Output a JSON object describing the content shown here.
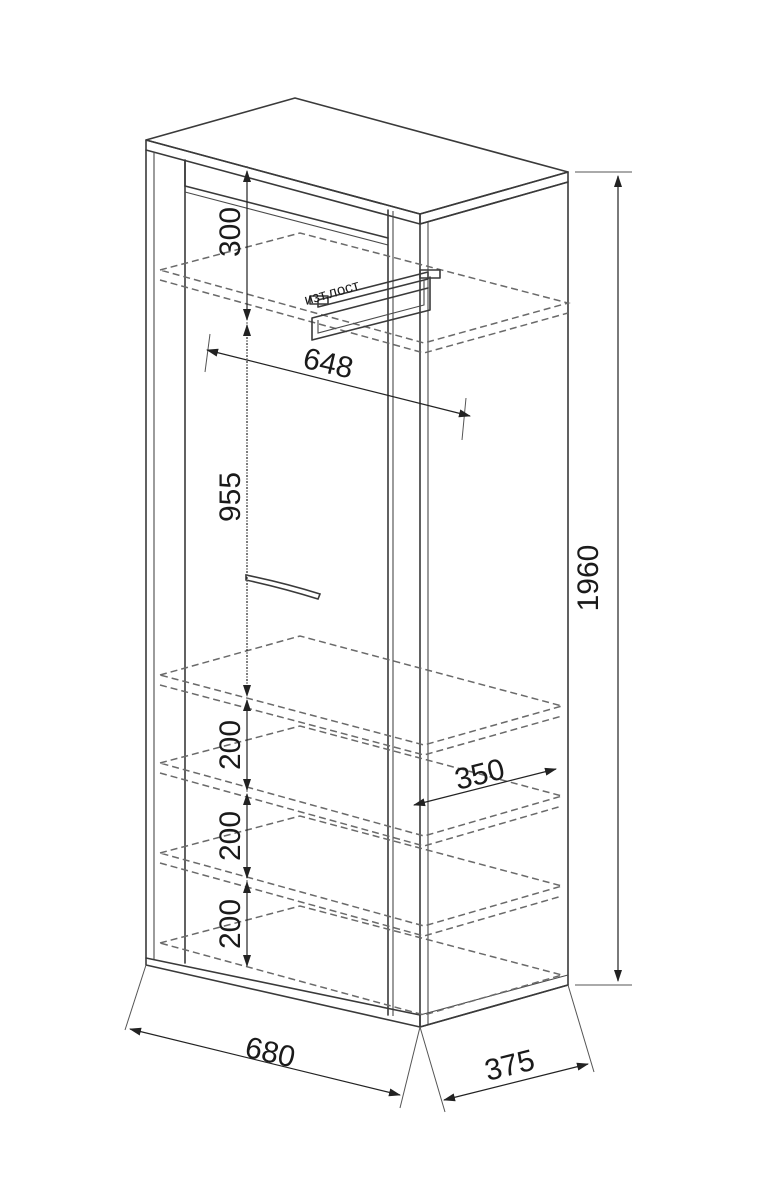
{
  "dimensions": {
    "total_height": "1960",
    "width": "680",
    "depth": "375",
    "inner_width": "648",
    "shelf_depth": "350",
    "top_compartment": "300",
    "hanging_space": "955",
    "shelf_gap_1": "200",
    "shelf_gap_2": "200",
    "shelf_gap_3": "200"
  },
  "labels": {
    "hanging_rail": "изт.лост"
  },
  "colors": {
    "line": "#3a3a3a",
    "dashed": "#6a6a6a",
    "text": "#1a1a1a"
  }
}
